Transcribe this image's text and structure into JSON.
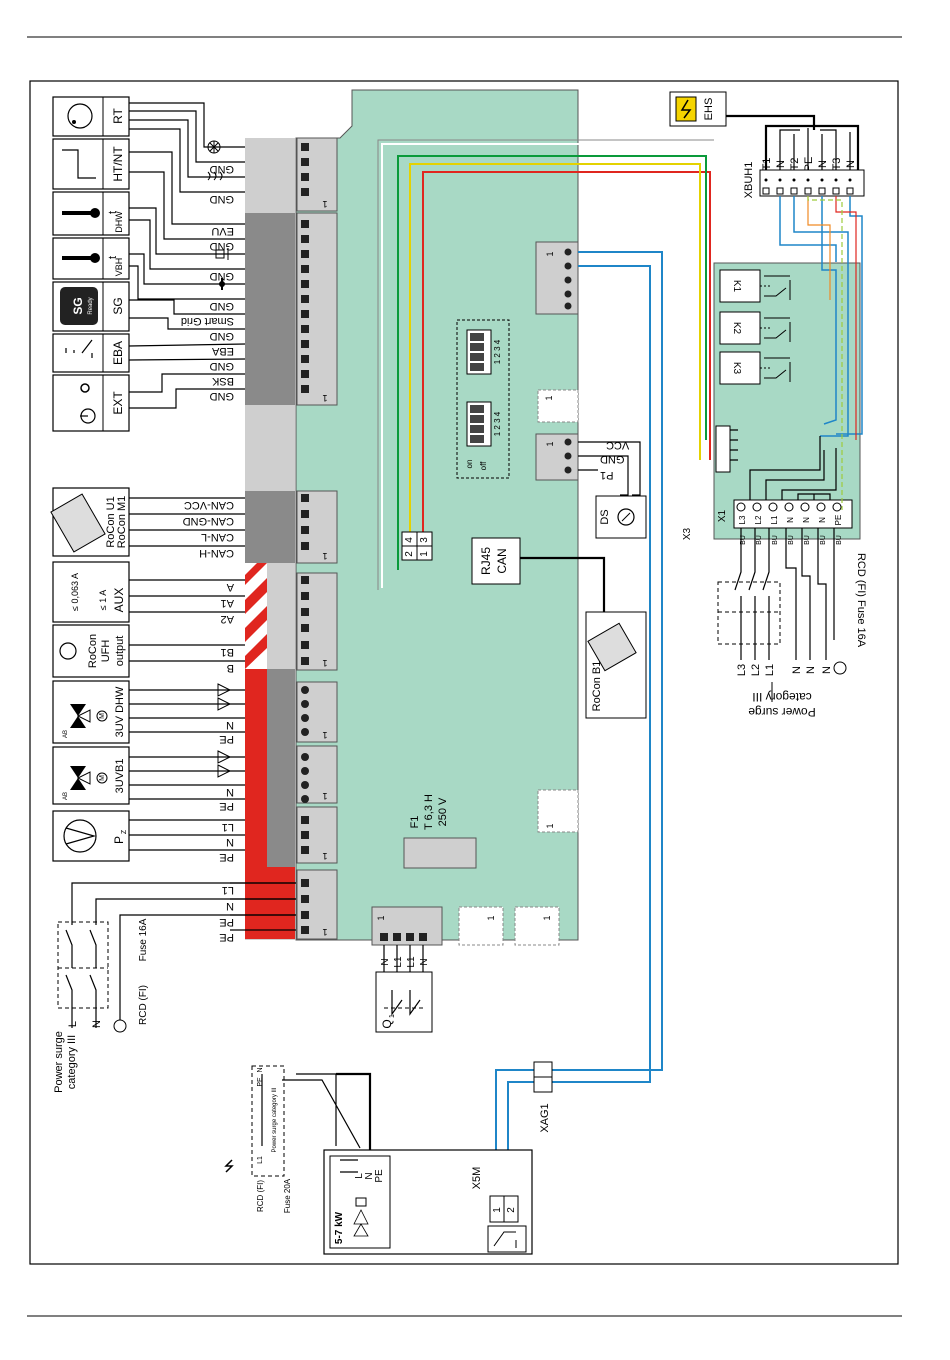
{
  "colors": {
    "board": "#a8d9c5",
    "connector_dark": "#8a8a8a",
    "connector_light": "#cfcfcf",
    "red": "#e0261f",
    "wire_blue": "#1f86c8",
    "wire_green": "#0a9a3a",
    "wire_yellow": "#e4d200",
    "wire_red": "#e0261f",
    "ehs_warning": "#f5d400"
  },
  "left_devices": {
    "rt": "RT",
    "htnt": "HT/NT",
    "dhw": "DHW",
    "vbh": "VBH",
    "sg": "SG",
    "sg_icon_top": "SG",
    "sg_icon_bottom": "Ready",
    "eba": "EBA",
    "ext": "EXT",
    "rocon_u1": "RoCon U1",
    "rocon_m1": "RoCon M1",
    "aux_lines": [
      "≤ 0,063 A",
      "≤ 1 A",
      "AUX"
    ],
    "rocon_ufh": [
      "RoCon",
      "UFH",
      "output"
    ],
    "uv_dhw": "3UV DHW",
    "uvb1": "3UVB1",
    "pump": "P",
    "pump_sub": "Z",
    "ab": "AB",
    "a": "A",
    "b": "B",
    "m": "M"
  },
  "signal_labels": {
    "rt": [
      "GND",
      "GND"
    ],
    "lower": [
      "EVU",
      "GND",
      "GND",
      "GND",
      "Smart Grid",
      "GND",
      "EBA",
      "GND",
      "BSK",
      "GND"
    ],
    "can": [
      "CAN-VCC",
      "CAN-GND",
      "CAN-L",
      "CAN-H"
    ],
    "aux": [
      "A",
      "A1",
      "A2"
    ],
    "ufh": [
      "B1",
      "B"
    ],
    "uv_dhw": [
      "N",
      "PE"
    ],
    "uvb1": [
      "N",
      "PE"
    ],
    "pump": [
      "L1",
      "N",
      "PE"
    ],
    "power": [
      "L1",
      "N",
      "PE",
      "PE"
    ]
  },
  "connector_number": "1",
  "left_power": {
    "title_lines": [
      "Power surge",
      "category III"
    ],
    "L": "L",
    "N": "N",
    "rcd": "RCD (FI)",
    "fuse": "Fuse 16A"
  },
  "board": {
    "f1": [
      "F1",
      "T 6,3 H",
      "250 V"
    ],
    "rj45": [
      "RJ45",
      "CAN"
    ],
    "p1": "P1",
    "p1_pins": [
      "VCC",
      "GND"
    ],
    "ds": "DS",
    "x3": "X3",
    "dip_pins": "1 2 3 4",
    "dip_on": "on",
    "dip_off": "off",
    "pin_4": "4",
    "pin_2": "2",
    "pin_3": "3",
    "pin_1": "1"
  },
  "rocon_b1": "RoCon B1",
  "q1_bottom_labels": [
    "N",
    "L1",
    "L1",
    "N"
  ],
  "q1": "Q",
  "q1_sub": "1",
  "ehs": "EHS",
  "xbuh1": {
    "label": "XBUH1",
    "pins": [
      "T1",
      "N",
      "T2",
      "PE",
      "N",
      "T3",
      "N"
    ]
  },
  "relays": [
    "K1",
    "K2",
    "K3"
  ],
  "x1": {
    "label": "X1",
    "pins": [
      "L3",
      "L2",
      "L1",
      "N",
      "N",
      "N",
      "PE"
    ]
  },
  "bu_labels": [
    "BU",
    "BU",
    "BU",
    "BU",
    "BU",
    "BU",
    "BU"
  ],
  "right_power": {
    "lines": [
      "L3",
      "L2",
      "L1",
      "N",
      "N",
      "N"
    ],
    "rcd_fuse": "RCD (FI) Fuse 16A",
    "title_lines": [
      "Power surge",
      "category III"
    ]
  },
  "outdoor": {
    "xag1": "XAG1",
    "x5m": "X5M",
    "x5m_pins": [
      "1",
      "2"
    ],
    "power": "5-7 kW",
    "lnpe": [
      "L",
      "N",
      "PE"
    ],
    "surge_small": "Power surge category III",
    "rcd_small": "RCD (FI)",
    "fuse_small": "Fuse 20A",
    "l1_small": "L1",
    "n_small": "N",
    "pe_small": "PE"
  }
}
